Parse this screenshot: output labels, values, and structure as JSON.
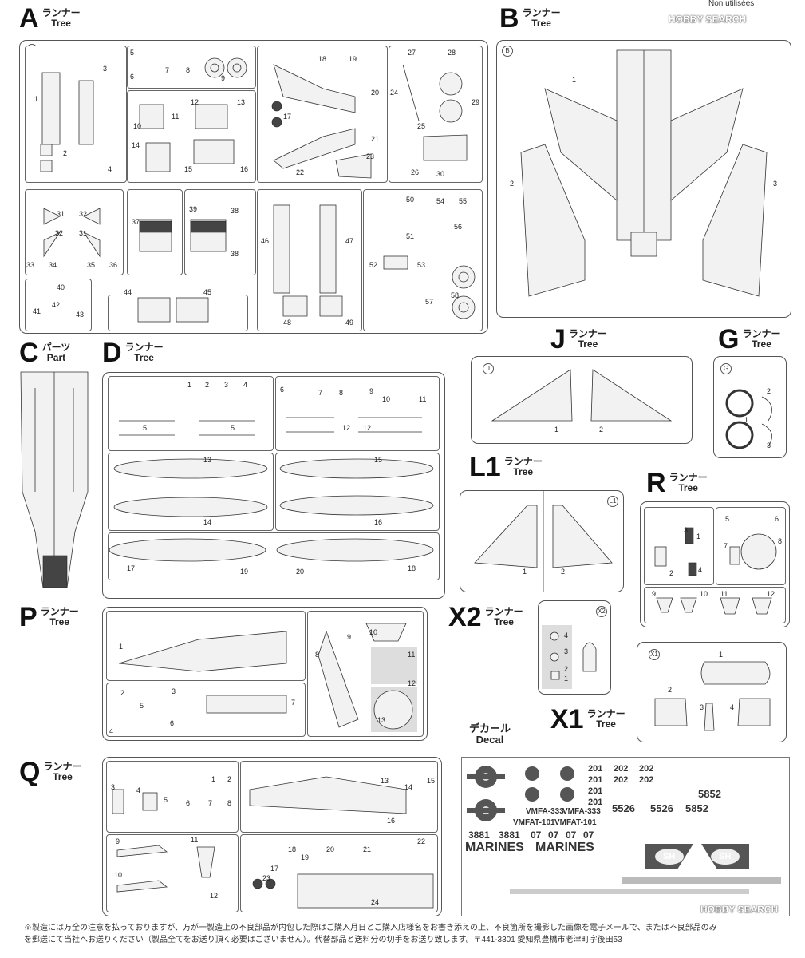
{
  "top_note": "Non utilisées",
  "runners": {
    "A": {
      "letter": "A",
      "jp": "ランナー",
      "en": "Tree"
    },
    "B": {
      "letter": "B",
      "jp": "ランナー",
      "en": "Tree"
    },
    "C": {
      "letter": "C",
      "jp": "パーツ",
      "en": "Part"
    },
    "D": {
      "letter": "D",
      "jp": "ランナー",
      "en": "Tree"
    },
    "J": {
      "letter": "J",
      "jp": "ランナー",
      "en": "Tree"
    },
    "G": {
      "letter": "G",
      "jp": "ランナー",
      "en": "Tree"
    },
    "L1": {
      "letter": "L1",
      "jp": "ランナー",
      "en": "Tree"
    },
    "R": {
      "letter": "R",
      "jp": "ランナー",
      "en": "Tree"
    },
    "P": {
      "letter": "P",
      "jp": "ランナー",
      "en": "Tree"
    },
    "X2": {
      "letter": "X2",
      "jp": "ランナー",
      "en": "Tree"
    },
    "X1": {
      "letter": "X1",
      "jp": "ランナー",
      "en": "Tree"
    },
    "Q": {
      "letter": "Q",
      "jp": "ランナー",
      "en": "Tree"
    }
  },
  "decal": {
    "jp": "デカール",
    "en": "Decal",
    "texts": [
      "201",
      "202",
      "202",
      "201",
      "202",
      "202",
      "201",
      "201",
      "5526",
      "5526",
      "5852",
      "5852",
      "VMFA-333",
      "VMFA-333",
      "VMFAT-101",
      "VMFAT-101",
      "3881",
      "3881",
      "07",
      "07",
      "07",
      "07",
      "MARINES",
      "MARINES",
      "SH",
      "SH"
    ]
  },
  "watermark": "HOBBY SEARCH",
  "footer": {
    "line1": "※製造には万全の注意を払っておりますが、万が一製造上の不良部品が内包した際はご購入月日とご購入店様名をお書き添えの上、不良箇所を撮影した画像を電子メールで、または不良部品のみ",
    "line2": "を郵送にて当社へお送りください（製品全てをお送り頂く必要はございません）。代替部品と送料分の切手をお送り致します。〒441-3301 愛知県豊橋市老津町字後田53"
  }
}
